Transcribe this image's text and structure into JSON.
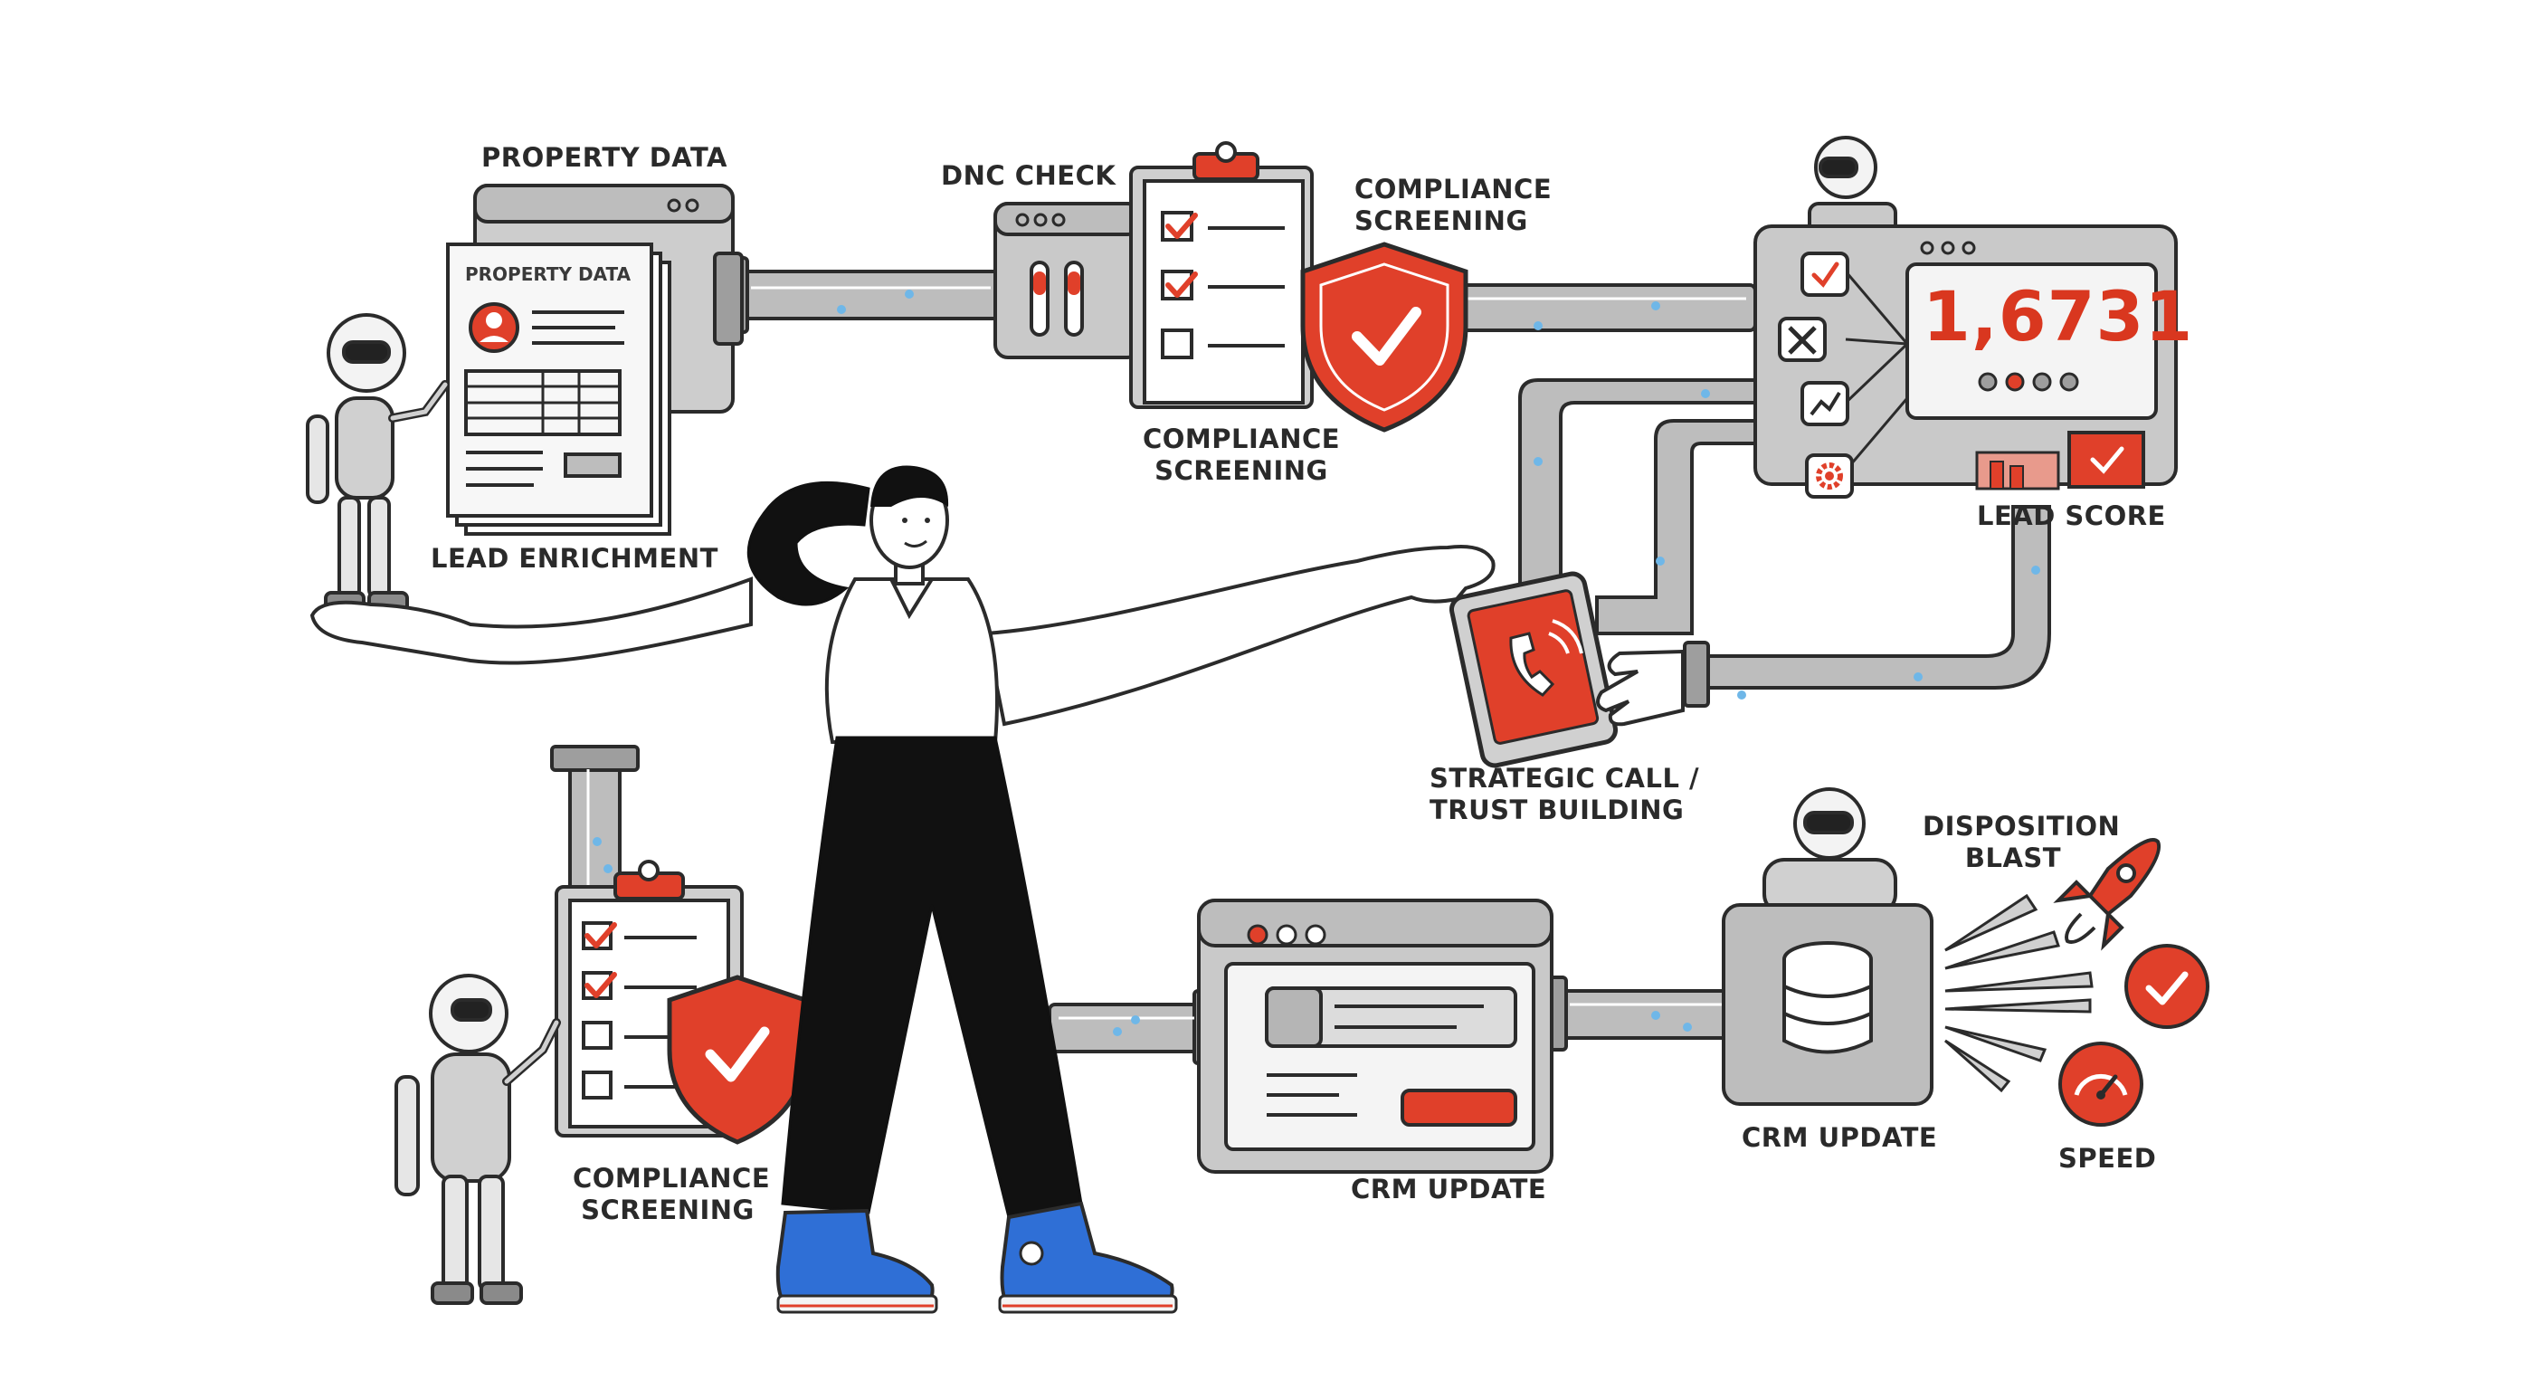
{
  "colors": {
    "accent_red": "#e0402a",
    "pipe_gray": "#bdbdbd",
    "panel_gray": "#c9c9c9",
    "outline": "#2b2b2b",
    "node_blue": "#6fb7e8",
    "shoe_blue": "#2f6fd6",
    "pants_black": "#111111"
  },
  "labels": {
    "property_data": "PROPERTY DATA",
    "property_data_doc": "PROPERTY DATA",
    "lead_enrichment": "LEAD ENRICHMENT",
    "dnc_check": "DNC CHECK",
    "compliance_top_right_l1": "COMPLIANCE",
    "compliance_top_right_l2": "SCREENING",
    "compliance_top_l1": "COMPLIANCE",
    "compliance_top_l2": "SCREENING",
    "lead_score": "LEAD SCORE",
    "strategic_call_l1": "STRATEGIC CALL /",
    "strategic_call_l2": "TRUST BUILDING",
    "compliance_bottom_l1": "COMPLIANCE",
    "compliance_bottom_l2": "SCREENING",
    "crm_update_center": "CRM UPDATE",
    "crm_update_right": "CRM UPDATE",
    "disposition_l1": "DISPOSITION",
    "disposition_l2": "BLAST",
    "speed": "SPEED"
  },
  "lead_score": {
    "value": "1,6731"
  },
  "icons": [
    "robot-icon",
    "document-icon",
    "clipboard-icon",
    "shield-check-icon",
    "tablet-phone-icon",
    "database-icon",
    "rocket-icon",
    "check-circle-icon",
    "speedometer-icon",
    "gear-icon",
    "tools-icon",
    "trend-chart-icon"
  ]
}
